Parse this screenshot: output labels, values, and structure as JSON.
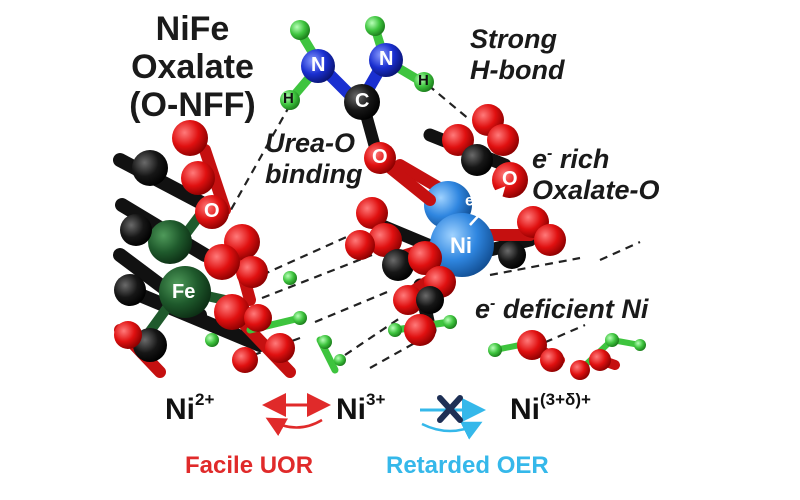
{
  "title": {
    "line1": "NiFe",
    "line2": "Oxalate",
    "line3": "(O-NFF)"
  },
  "annotations": {
    "strong_hbond_1": "Strong",
    "strong_hbond_2": "H-bond",
    "urea_o_1": "Urea-O",
    "urea_o_2": "binding",
    "e_rich_e": "e",
    "e_rich_sup": "-",
    "e_rich_rest": " rich",
    "oxalate_o": "Oxalate-O",
    "e_def_e": "e",
    "e_def_sup": "-",
    "e_def_rest": " deficient Ni"
  },
  "atoms": {
    "n_left": "N",
    "n_right": "N",
    "c": "C",
    "h_left": "H",
    "h_right": "H",
    "o_urea": "O",
    "o_oxalate": "O",
    "o_left": "O",
    "ni": "Ni",
    "fe": "Fe",
    "e_transfer": "e",
    "e_transfer_sup": "-"
  },
  "equation": {
    "ni2": "Ni",
    "ni2_sup": "2+",
    "ni3": "Ni",
    "ni3_sup": "3+",
    "ni3d": "Ni",
    "ni3d_sup": "(3+δ)+"
  },
  "footer": {
    "left": "Facile UOR",
    "right": "Retarded OER"
  },
  "colors": {
    "oxygen": "#e01010",
    "carbon": "#111111",
    "nitrogen": "#1a2fd0",
    "hydrogen": "#3ec43e",
    "nickel": "#2f86e0",
    "iron": "#1f5a2c",
    "facile": "#e02a2a",
    "retarded": "#35b8ea",
    "blocked": "#1e2f55"
  }
}
